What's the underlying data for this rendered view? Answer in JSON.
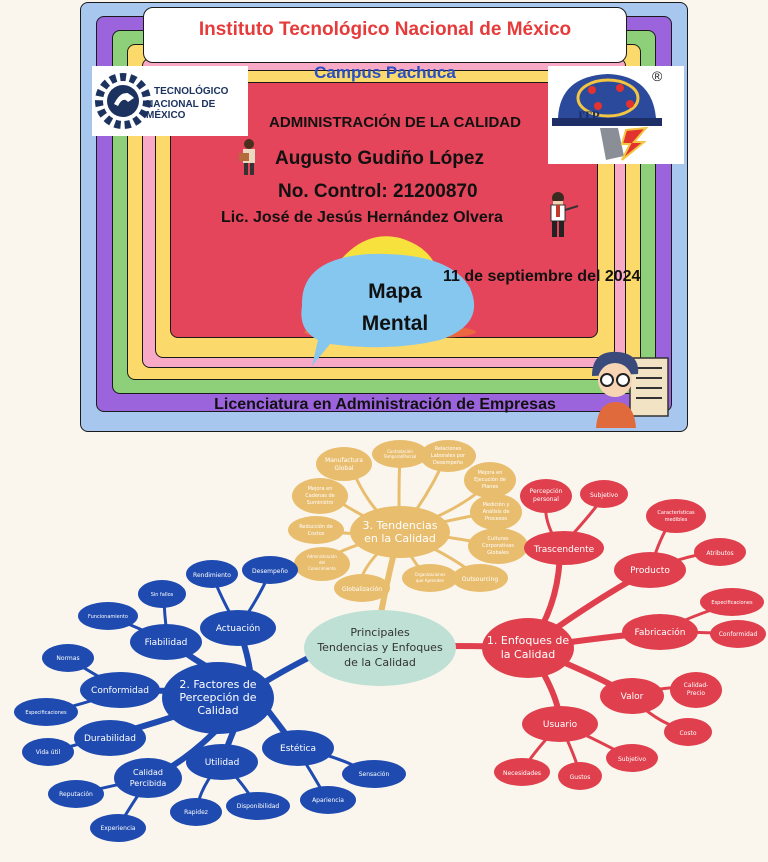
{
  "cover": {
    "institution": "Instituto Tecnológico Nacional de México",
    "campus": "Campus Pachuca",
    "logo_line1": "TECNOLÓGICO",
    "logo_line2": "NACIONAL DE MÉXICO",
    "itp_letters": "ITP",
    "registered_mark": "®",
    "subject": "ADMINISTRACIÓN DE LA CALIDAD",
    "student": "Augusto Gudiño López",
    "control": "No. Control: 21200870",
    "teacher": "Lic. José de Jesús Hernández Olvera",
    "date": "11 de septiembre del 2024",
    "bubble_line1": "Mapa",
    "bubble_line2": "Mental",
    "career": "Licenciatura en Administración de Empresas",
    "colors": {
      "outer": "#a7c7ee",
      "purple": "#9b63dc",
      "green": "#8ed07a",
      "yellow": "#fbd96a",
      "pink": "#f7a9c6",
      "red": "#e5455a",
      "title": "#e63b3b",
      "campus": "#2a4fc4",
      "bubble": "#86c7f0",
      "bubble_back": "#f7e23d"
    }
  },
  "mindmap": {
    "center": {
      "line1": "Principales",
      "line2": "Tendencias y Enfoques",
      "line3": "de la Calidad"
    },
    "branch1": {
      "title_line1": "1. Enfoques de",
      "title_line2": "la Calidad",
      "nodes": {
        "trascendente": "Trascendente",
        "percepcion_1": "Percepción",
        "percepcion_2": "personal",
        "subjetivo": "Subjetivo",
        "producto": "Producto",
        "caracteristicas_1": "Características",
        "caracteristicas_2": "medibles",
        "atributos": "Atributos",
        "fabricacion": "Fabricación",
        "especificaciones": "Especificaciones",
        "conformidad": "Conformidad",
        "valor": "Valor",
        "calidad_precio_1": "Calidad-",
        "calidad_precio_2": "Precio",
        "costo": "Costo",
        "usuario": "Usuario",
        "subjetivo2": "Subjetivo",
        "necesidades": "Necesidades",
        "gustos": "Gustos"
      }
    },
    "branch2": {
      "title_line1": "2. Factores de",
      "title_line2": "Percepción de",
      "title_line3": "Calidad",
      "nodes": {
        "actuacion": "Actuación",
        "rendimiento": "Rendimiento",
        "desempeno": "Desempeño",
        "fiabilidad": "Fiabilidad",
        "sin_fallos": "Sin fallos",
        "funcionamiento": "Funcionamiento",
        "conformidad": "Conformidad",
        "normas": "Normas",
        "especificaciones": "Especificaciones",
        "durabilidad": "Durabilidad",
        "vida_util": "Vida útil",
        "calidad_percibida_1": "Calidad",
        "calidad_percibida_2": "Percibida",
        "reputacion": "Reputación",
        "experiencia": "Experiencia",
        "utilidad": "Utilidad",
        "rapidez": "Rapidez",
        "disponibilidad": "Disponibilidad",
        "estetica": "Estética",
        "sensacion": "Sensación",
        "apariencia": "Apariencia"
      }
    },
    "branch3": {
      "title_line1": "3. Tendencias",
      "title_line2": "en la Calidad",
      "nodes": {
        "manufactura_1": "Manufactura",
        "manufactura_2": "Global",
        "contratacion_1": "Contratación",
        "contratacion_2": "Temporal/Parcial",
        "relaciones_1": "Relaciones",
        "relaciones_2": "Laborales por",
        "relaciones_3": "Desempeño",
        "mejora_cadenas_1": "Mejora en",
        "mejora_cadenas_2": "Cadenas de",
        "mejora_cadenas_3": "Suministro",
        "mejora_planes_1": "Mejora en",
        "mejora_planes_2": "Ejecución de",
        "mejora_planes_3": "Planes",
        "medicion_1": "Medición y",
        "medicion_2": "Análisis de",
        "medicion_3": "Procesos",
        "reduccion_1": "Reducción de",
        "reduccion_2": "Costos",
        "culturas_1": "Culturas",
        "culturas_2": "Corporativas",
        "culturas_3": "Globales",
        "admin_con_1": "Administración",
        "admin_con_2": "del",
        "admin_con_3": "Conocimiento",
        "organizaciones_1": "Organizaciones",
        "organizaciones_2": "que Aprenden",
        "globalizacion": "Globalización",
        "outsourcing": "Outsourcing"
      }
    },
    "colors": {
      "red": "#e0404e",
      "blue": "#1f4bb0",
      "tan": "#e9bd6e",
      "center": "#bfe0d4"
    }
  }
}
